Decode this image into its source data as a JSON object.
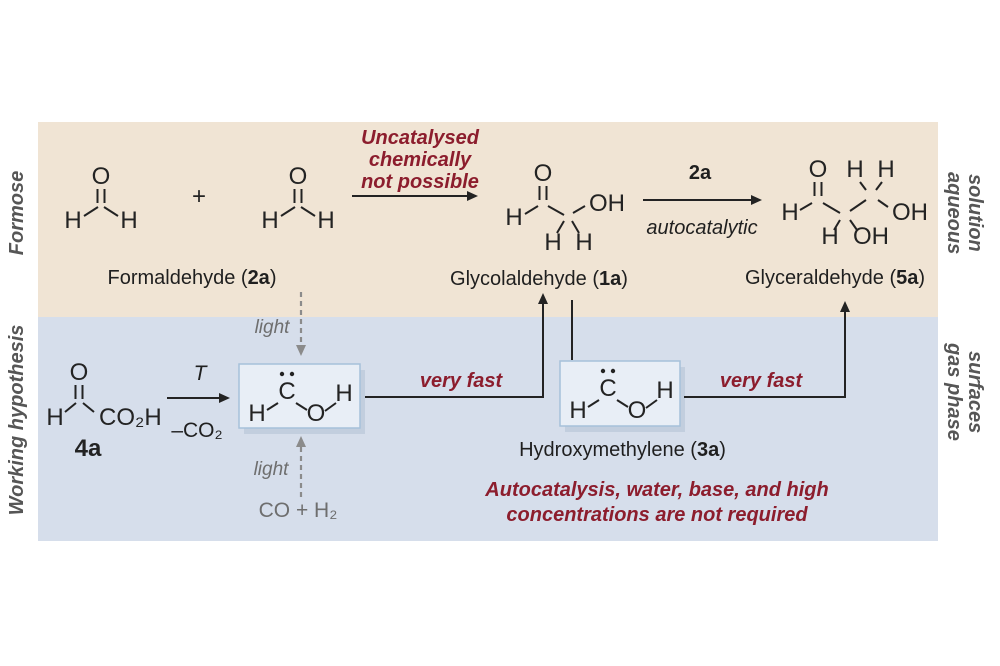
{
  "colors": {
    "band_top": "#f0e4d4",
    "band_bottom": "#d6deeb",
    "accent_red": "#8C1D2D",
    "muted_gray": "#6e6e6e",
    "ink": "#232323",
    "box_fill": "#e8eef6",
    "box_border": "#a6c1da"
  },
  "side_labels": {
    "formose": "Formose",
    "working_hypothesis": "Working hypothesis",
    "aqueous_solution": "aqueous\nsolution",
    "gas_phase_surfaces": "gas phase\nsurfaces"
  },
  "formose": {
    "plus": "+",
    "uncatalysed": {
      "line1": "Uncatalysed",
      "line2": "chemically",
      "line3": "not possible"
    },
    "formaldehyde_label": {
      "prefix": "Formaldehyde (",
      "code": "2a",
      "suffix": ")"
    },
    "glycolaldehyde_label": {
      "prefix": "Glycolaldehyde (",
      "code": "1a",
      "suffix": ")"
    },
    "glyceraldehyde_label": {
      "prefix": "Glyceraldehyde (",
      "code": "5a",
      "suffix": ")"
    },
    "autocatalytic_step": {
      "above": "2a",
      "below": "autocatalytic"
    }
  },
  "hypothesis": {
    "glyoxylic_code": "4a",
    "thermal_step": {
      "above": "T",
      "below": "–CO₂"
    },
    "light_top": "light",
    "light_bottom": "light",
    "co_h2": "CO + H₂",
    "very_fast_left": "very fast",
    "very_fast_right": "very fast",
    "hydroxymethylene_label": {
      "prefix": "Hydroxymethylene (",
      "code": "3a",
      "suffix": ")"
    },
    "note": {
      "line1": "Autocatalysis, water, base, and high",
      "line2": "concentrations are not required"
    }
  },
  "atoms": {
    "O": "O",
    "H": "H",
    "OH": "OH",
    "C": "C",
    "CO2H": "CO₂H"
  }
}
